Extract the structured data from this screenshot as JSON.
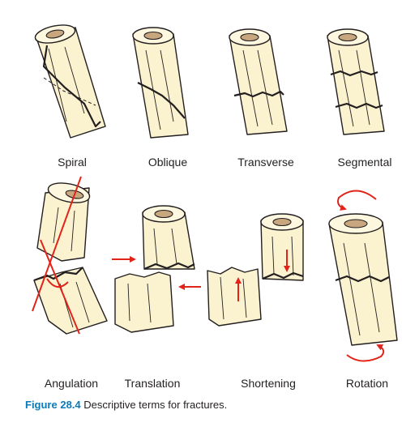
{
  "types": {
    "spiral": "Spiral",
    "oblique": "Oblique",
    "transverse": "Transverse",
    "segmental": "Segmental",
    "angulation": "Angulation",
    "translation": "Translation",
    "shortening": "Shortening",
    "rotation": "Rotation"
  },
  "caption": {
    "number": "Figure 28.4",
    "text": "Descriptive terms for fractures."
  },
  "colors": {
    "bone": "#fbf2cf",
    "marrow": "#c9a77e",
    "arrow": "#e2231a",
    "caption_number": "#0a7ab8"
  }
}
